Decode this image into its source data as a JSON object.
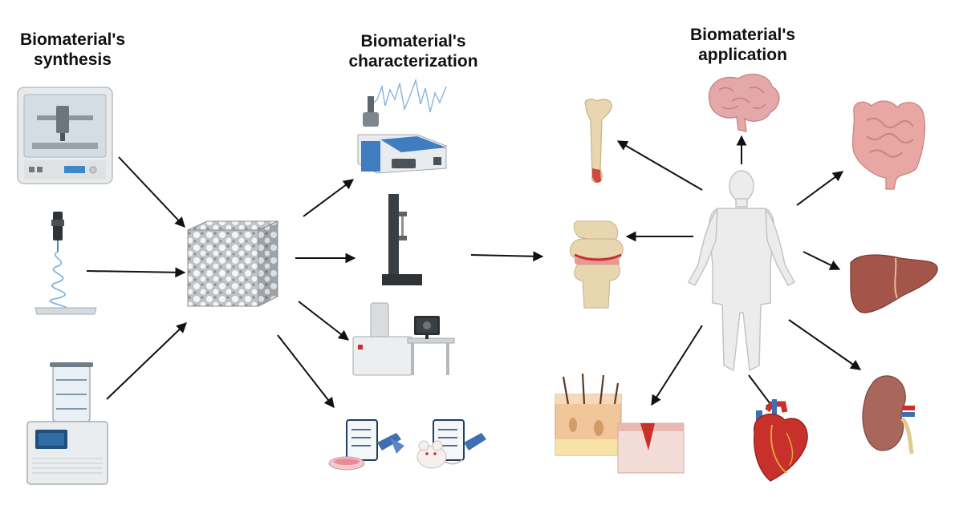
{
  "headings": {
    "synthesis": "Biomaterial's synthesis",
    "characterization": "Biomaterial's characterization",
    "application": "Biomaterial's application"
  },
  "colors": {
    "arrow": "#111111",
    "bone": "#e8d6b0",
    "organ_pink": "#e2a0a0",
    "liver": "#a4554a",
    "heart_red": "#c8302c",
    "instrument_blue": "#3f7cc0",
    "body_gray": "#ececec"
  },
  "icons": {
    "synthesis": [
      "3d-printer-icon",
      "electrospinning-icon",
      "freeze-dryer-icon"
    ],
    "center": "porous-scaffold-icon",
    "characterization": [
      "spectrometer-icon",
      "mechanical-tester-icon",
      "electron-microscope-icon",
      "in-vitro-in-vivo-test-icon"
    ],
    "application": [
      "human-body-icon",
      "bone-icon",
      "knee-joint-icon",
      "brain-icon",
      "intestine-icon",
      "liver-icon",
      "kidney-icon",
      "heart-icon",
      "skin-icon"
    ]
  }
}
